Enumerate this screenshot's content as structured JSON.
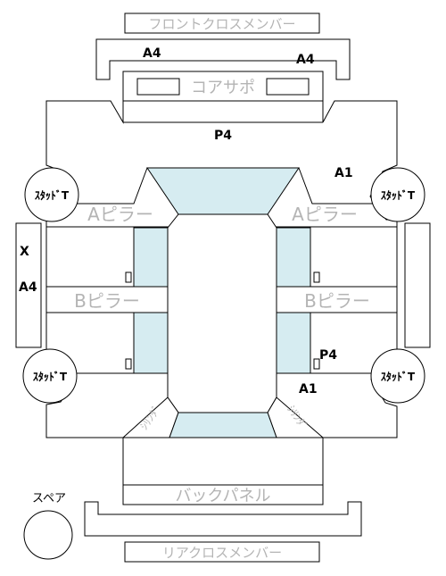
{
  "labels": {
    "front_cross_member": "フロントクロスメンバー",
    "core_support": "コアサポ",
    "a_pillar_left": "Aピラー",
    "a_pillar_right": "Aピラー",
    "b_pillar_left": "Bピラー",
    "b_pillar_right": "Bピラー",
    "back_panel": "バックパネル",
    "rear_cross_member": "リアクロスメンバー",
    "spare": "スペア",
    "strut": "ｽﾀｯﾄﾞT",
    "corner_left": "ｼﾘﾝﾀﾞ",
    "corner_right": "ｼﾘﾝﾀﾞ"
  },
  "codes": {
    "front_left": "A4",
    "front_right": "A4",
    "hood": "P4",
    "right_front": "A1",
    "left_side_x": "X",
    "left_side_a4": "A4",
    "right_rear_p4": "P4",
    "right_rear_a1": "A1"
  },
  "colors": {
    "line": "#000000",
    "glass": "#d6ecf1",
    "label_gray": "#b4b4b4"
  }
}
